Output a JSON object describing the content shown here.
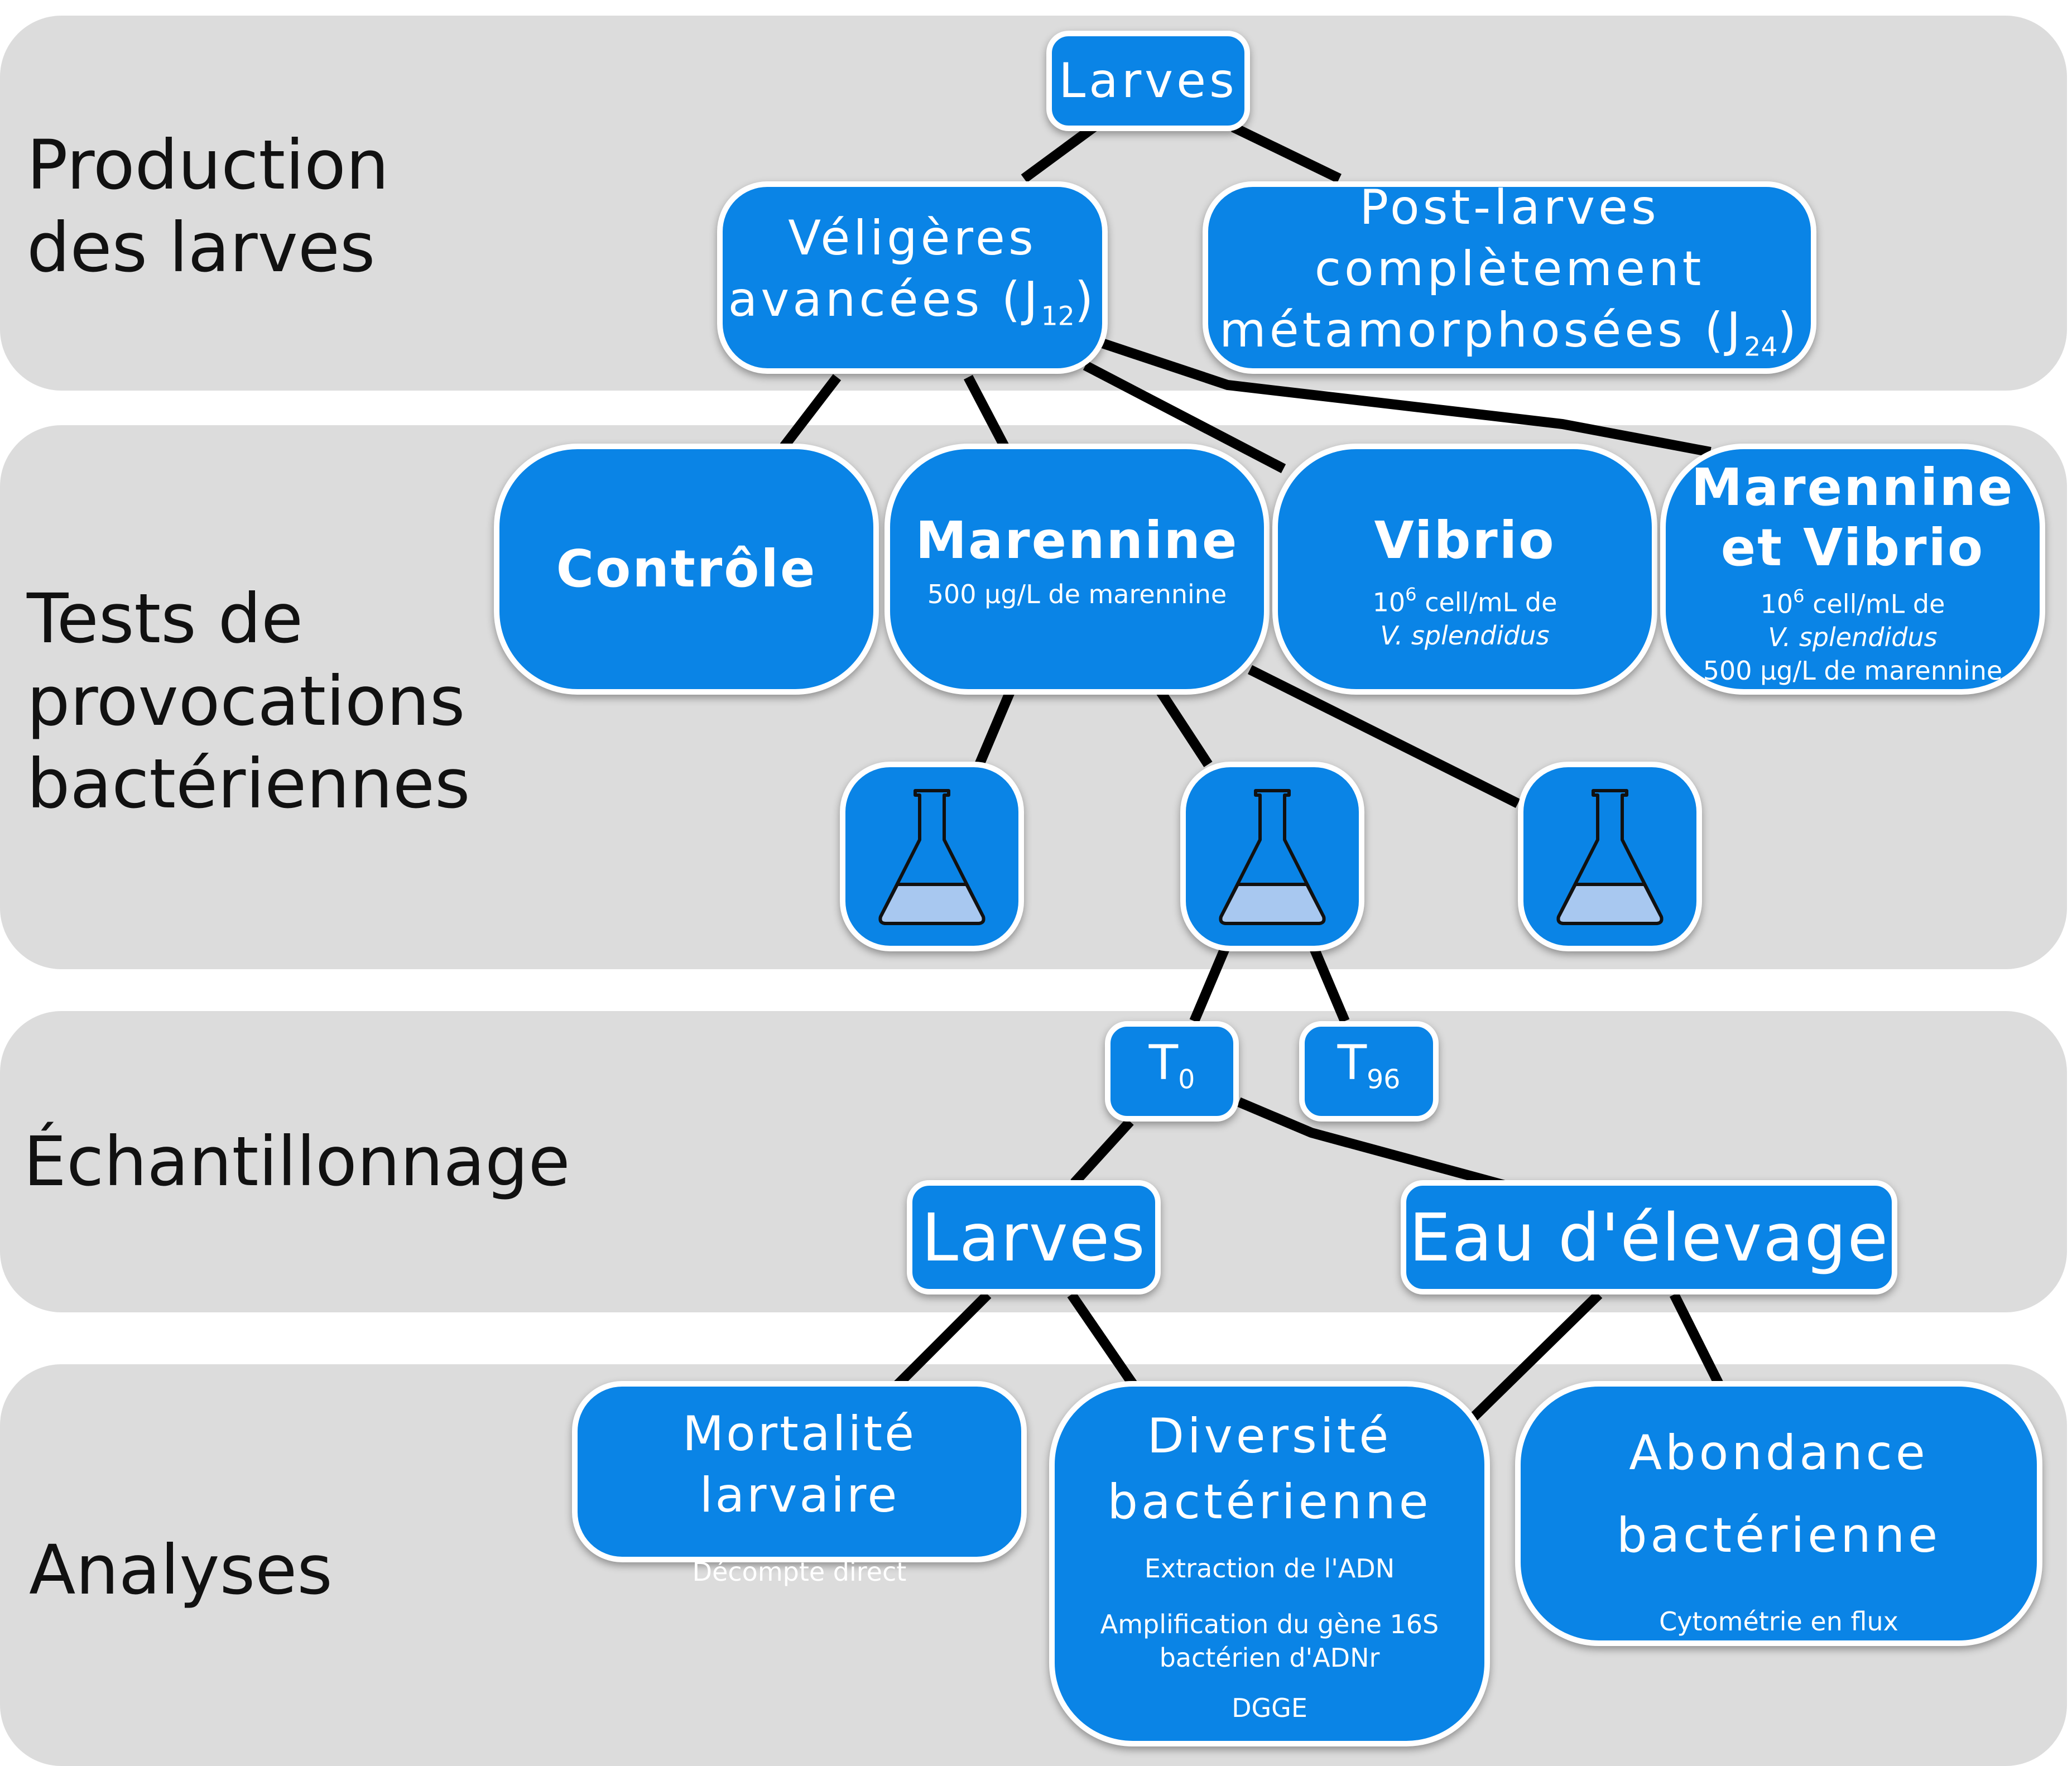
{
  "sections": {
    "production": "Production\ndes larves",
    "tests": "Tests de\nprovocations\nbactériennes",
    "sampling": "Échantillonnage",
    "analyses": "Analyses"
  },
  "nodes": {
    "larves_top": "Larves",
    "veligeres": {
      "text": "Véligères\navancées (J",
      "sub": "12",
      "close": ")"
    },
    "postlarves": {
      "text": "Post-larves\ncomplètement\nmétamorphosées (J",
      "sub": "24",
      "close": ")"
    },
    "controle": "Contrôle",
    "marennine": {
      "title": "Marennine",
      "detail": "500 µg/L de marennine"
    },
    "vibrio": {
      "title": "Vibrio",
      "base": "10",
      "exp": "6",
      "detail1": " cell/mL de",
      "species": "V. splendidus"
    },
    "marennine_vibrio": {
      "title": "Marennine\net Vibrio",
      "base": "10",
      "exp": "6",
      "detail1": " cell/mL de",
      "species": "V. splendidus",
      "detail2": "500 µg/L de marennine"
    },
    "t0": {
      "letter": "T",
      "sub": "0"
    },
    "t96": {
      "letter": "T",
      "sub": "96"
    },
    "larves_sample": "Larves",
    "eau": "Eau d'élevage",
    "mortalite": {
      "title": "Mortalité larvaire",
      "detail": "Décompte direct"
    },
    "diversite": {
      "title": "Diversité\nbactérienne",
      "step1": "Extraction de l'ADN",
      "step2": "Amplification du gène 16S\nbactérien d'ADNr",
      "step3": "DGGE"
    },
    "abondance": {
      "title": "Abondance\nbactérienne",
      "detail": "Cytométrie en flux"
    }
  },
  "colors": {
    "box": "#0a84e6",
    "band": "#dcdcdc",
    "liquid": "#a8c8f0",
    "line": "#000000"
  },
  "icons": [
    "flask-icon",
    "flask-icon",
    "flask-icon"
  ]
}
